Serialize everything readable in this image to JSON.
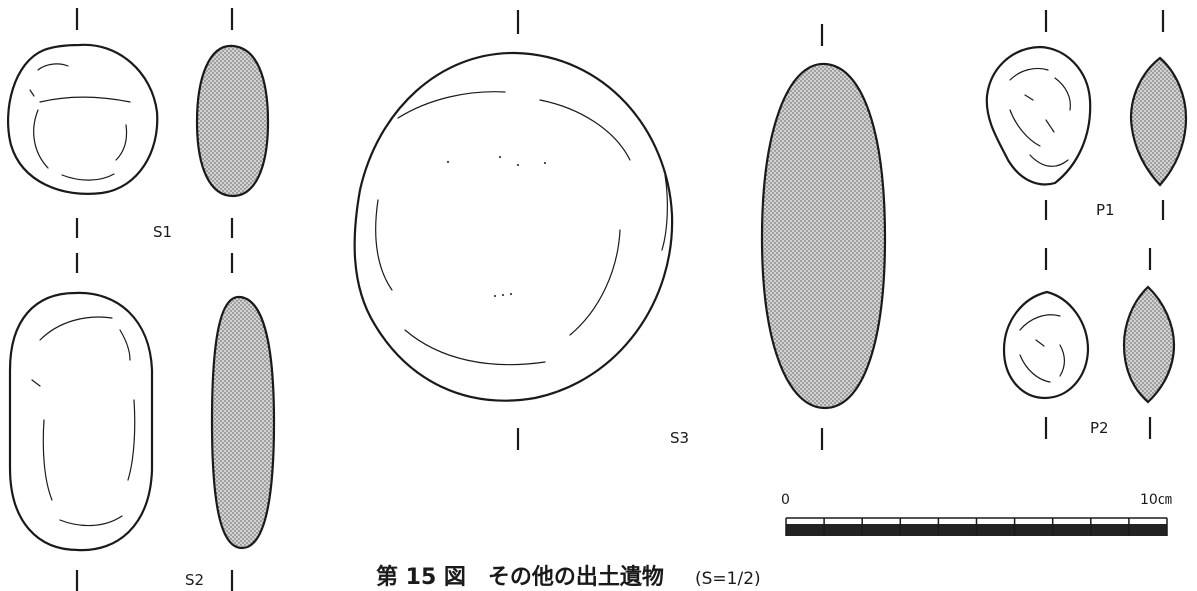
{
  "figure": {
    "caption_main": "第 15 図　その他の出土遺物",
    "caption_scale": "(S=1/2)"
  },
  "labels": {
    "s1": "S1",
    "s2": "S2",
    "s3": "S3",
    "p1": "P1",
    "p2": "P2"
  },
  "scale_bar": {
    "start": "0",
    "end": "10㎝"
  }
}
